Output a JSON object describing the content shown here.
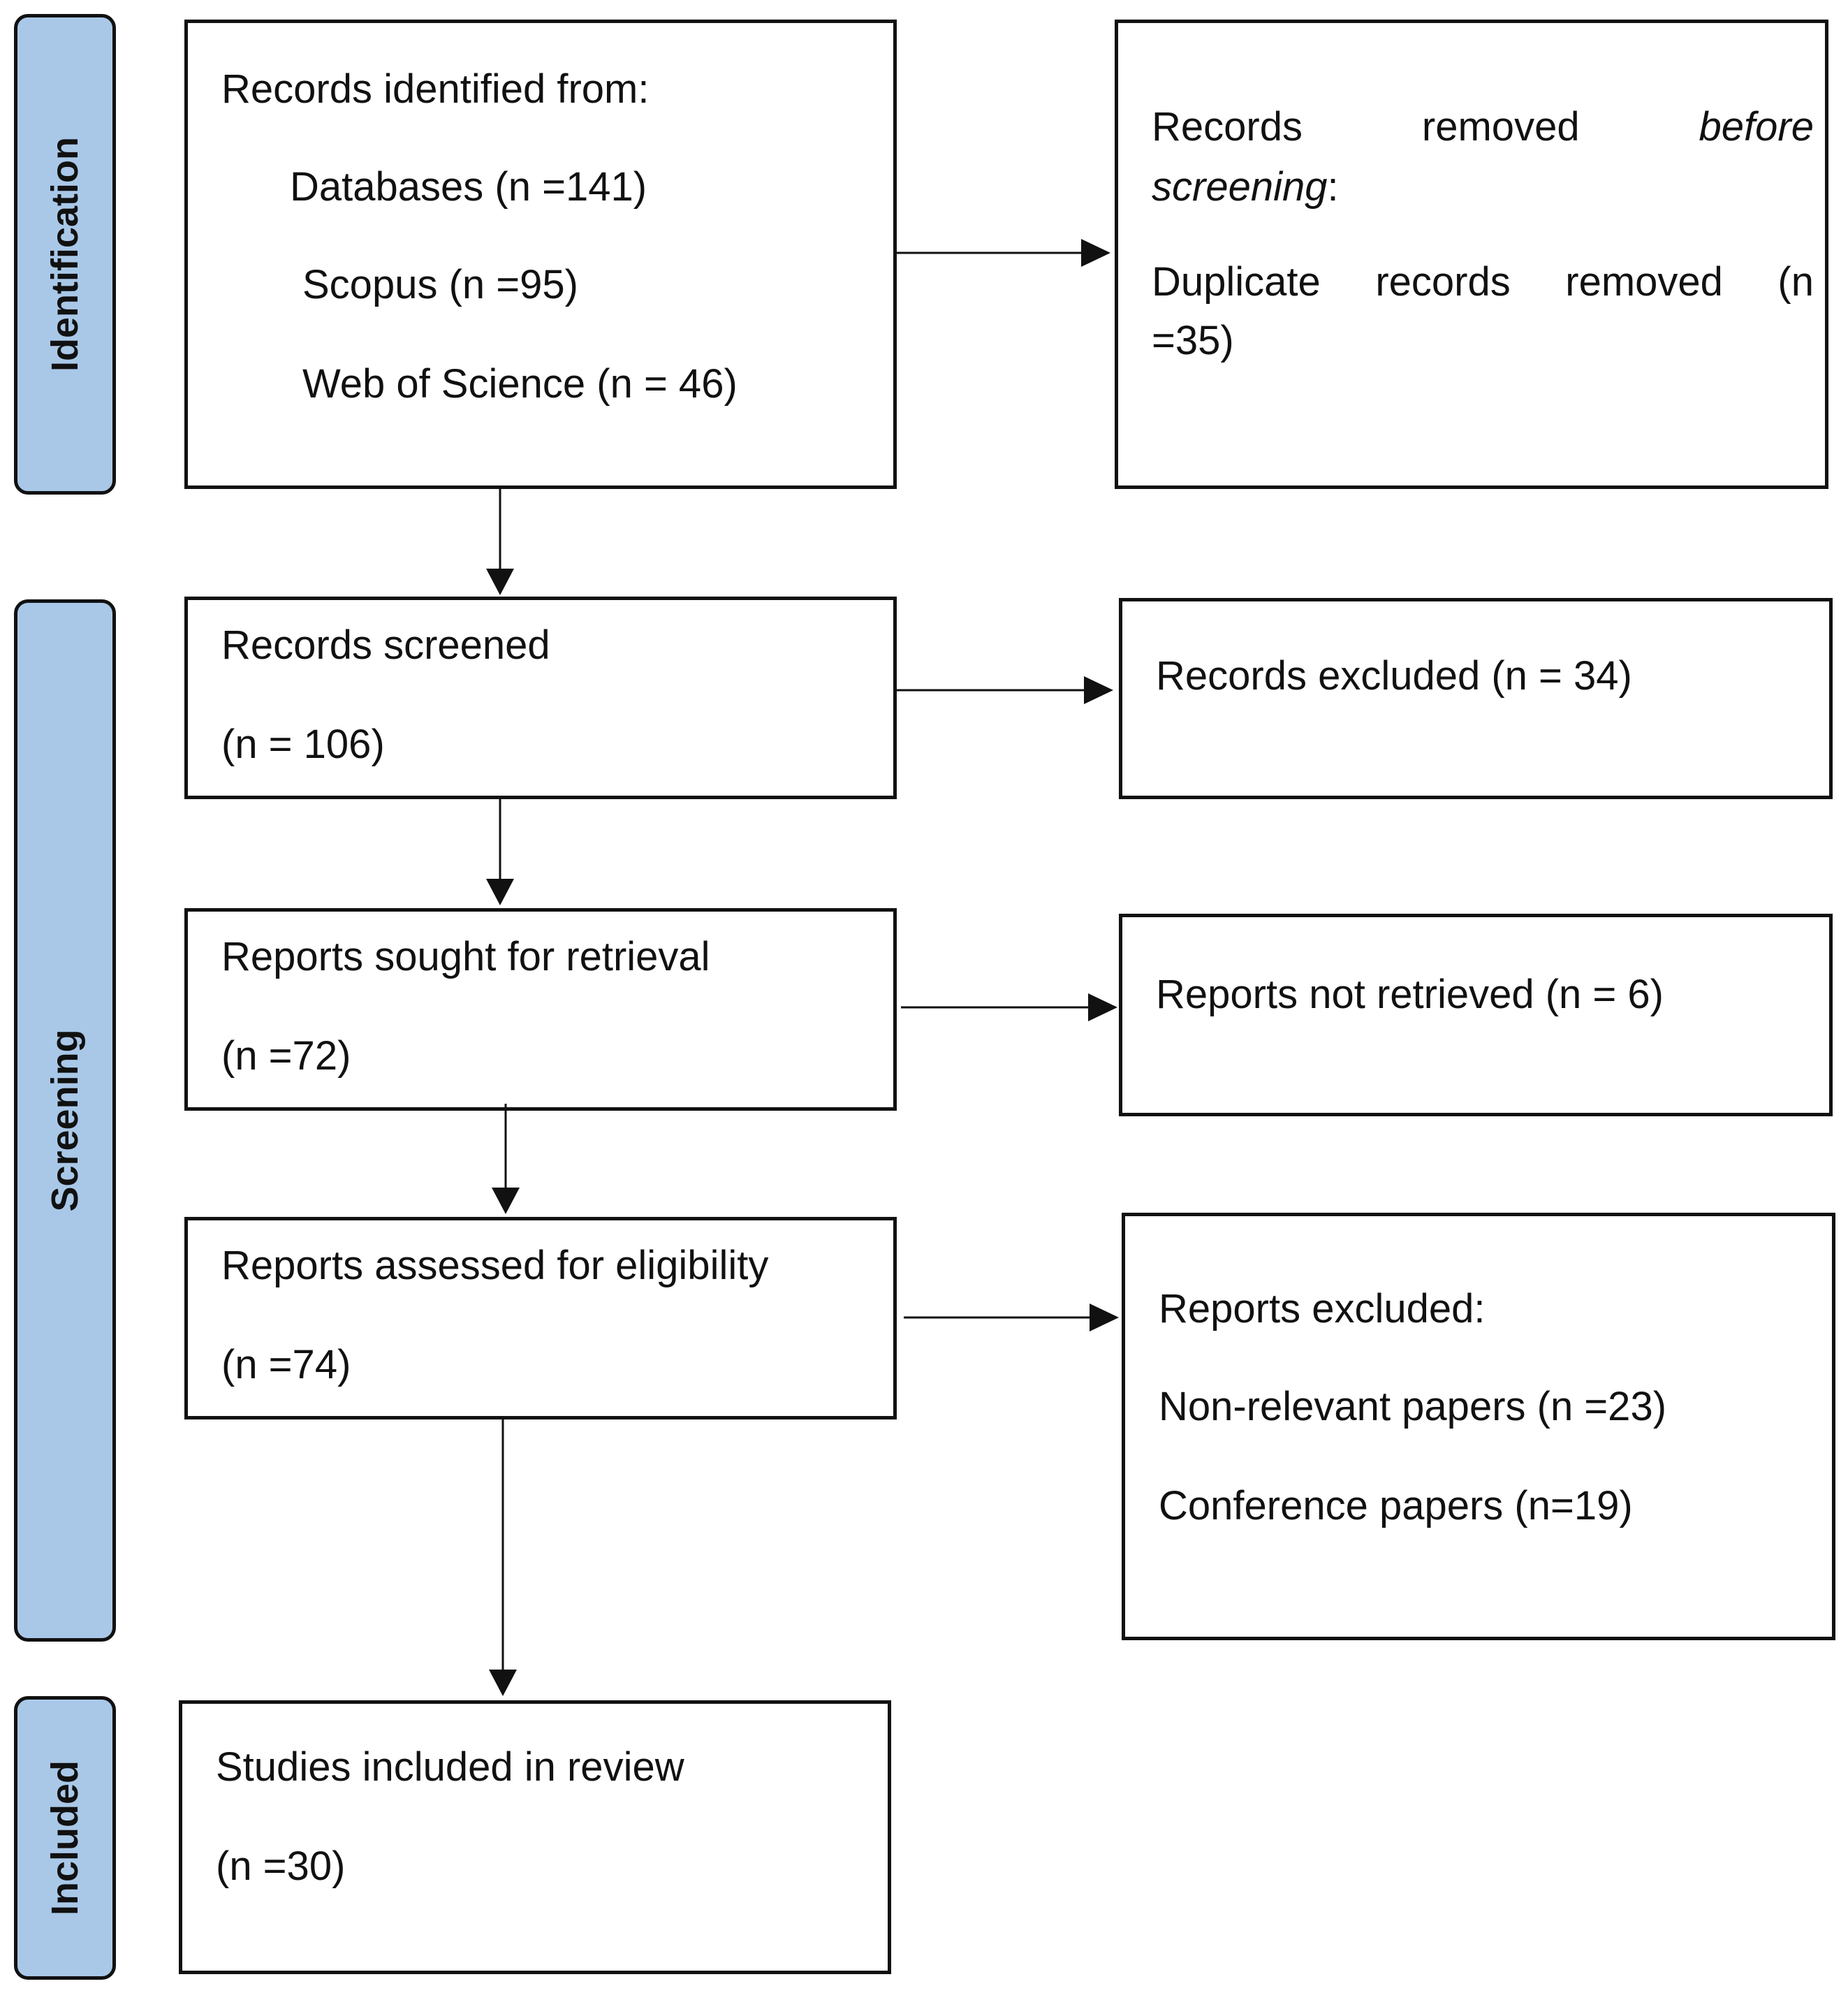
{
  "stages": {
    "identification": "Identification",
    "screening": "Screening",
    "included": "Included"
  },
  "identified": {
    "heading": "Records identified from:",
    "databases": "Databases (n =141)",
    "scopus": "Scopus (n =95)",
    "wos": "Web of Science (n = 46)"
  },
  "removed": {
    "line1": [
      "Records",
      "removed",
      "before"
    ],
    "line2_italic": "screening",
    "line2_rest": ":",
    "line3": [
      "Duplicate",
      "records",
      "removed",
      "(n"
    ],
    "line4": "=35)"
  },
  "screened": {
    "label": "Records screened",
    "count": "(n = 106)"
  },
  "excluded_records": {
    "label": "Records excluded (n = 34)"
  },
  "sought": {
    "label": "Reports sought for retrieval",
    "count": "(n =72)"
  },
  "not_retrieved": {
    "label": "Reports not retrieved (n = 6)"
  },
  "assessed": {
    "label": "Reports assessed for eligibility",
    "count": "(n =74)"
  },
  "reports_excluded": {
    "heading": "Reports excluded:",
    "nonrelevant": "Non-relevant papers (n =23)",
    "conference": "Conference papers (n=19)"
  },
  "included_studies": {
    "label": "Studies included in review",
    "count": "(n =30)"
  }
}
